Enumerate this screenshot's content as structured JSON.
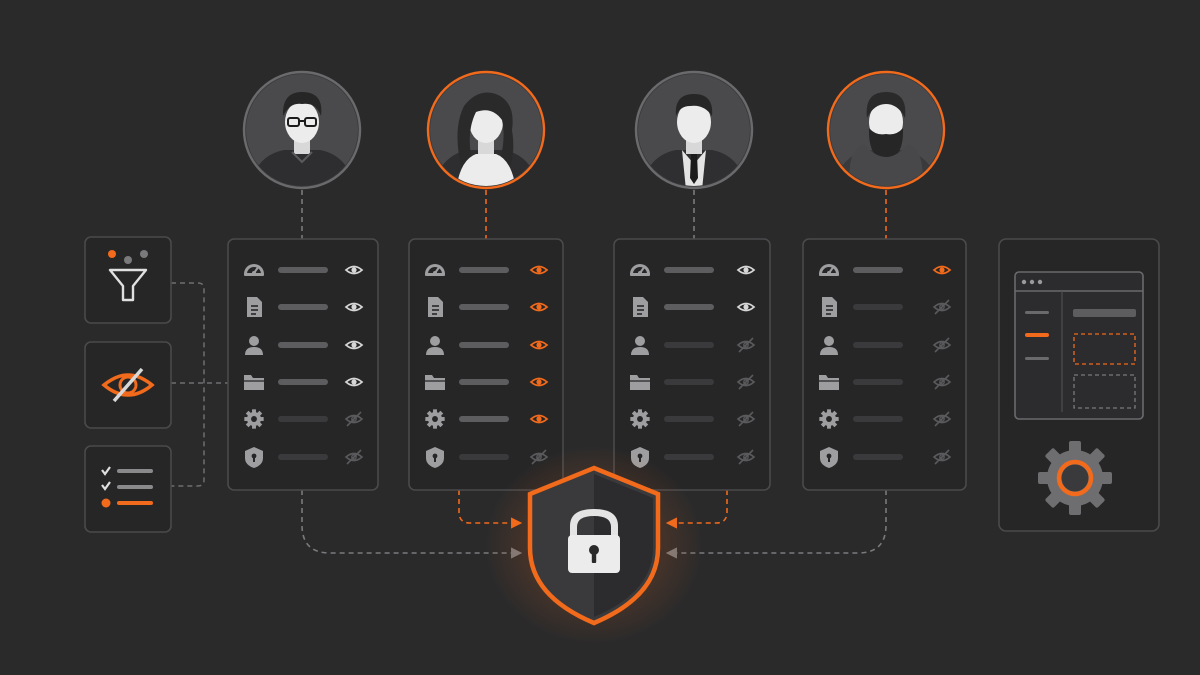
{
  "colors": {
    "background": "#2a2a2b",
    "panel": "#262627",
    "panel_border": "#4a4a4c",
    "accent": "#f26a1b",
    "muted": "#6e6e71"
  },
  "users": [
    {
      "avatar": "man-with-glasses-avatar",
      "highlighted": false,
      "rows": [
        {
          "icon": "dashboard-icon",
          "visibility": "visible"
        },
        {
          "icon": "document-icon",
          "visibility": "visible"
        },
        {
          "icon": "user-icon",
          "visibility": "visible"
        },
        {
          "icon": "folder-icon",
          "visibility": "visible"
        },
        {
          "icon": "gear-icon",
          "visibility": "hidden"
        },
        {
          "icon": "shield-icon",
          "visibility": "hidden"
        }
      ]
    },
    {
      "avatar": "woman-avatar",
      "highlighted": true,
      "rows": [
        {
          "icon": "dashboard-icon",
          "visibility": "visible-accent"
        },
        {
          "icon": "document-icon",
          "visibility": "visible-accent"
        },
        {
          "icon": "user-icon",
          "visibility": "visible-accent"
        },
        {
          "icon": "folder-icon",
          "visibility": "visible-accent"
        },
        {
          "icon": "gear-icon",
          "visibility": "visible-accent"
        },
        {
          "icon": "shield-icon",
          "visibility": "hidden"
        }
      ]
    },
    {
      "avatar": "man-in-suit-avatar",
      "highlighted": false,
      "rows": [
        {
          "icon": "dashboard-icon",
          "visibility": "visible"
        },
        {
          "icon": "document-icon",
          "visibility": "visible"
        },
        {
          "icon": "user-icon",
          "visibility": "hidden"
        },
        {
          "icon": "folder-icon",
          "visibility": "hidden"
        },
        {
          "icon": "gear-icon",
          "visibility": "hidden"
        },
        {
          "icon": "shield-icon",
          "visibility": "hidden"
        }
      ]
    },
    {
      "avatar": "bearded-man-avatar",
      "highlighted": true,
      "rows": [
        {
          "icon": "dashboard-icon",
          "visibility": "visible-accent"
        },
        {
          "icon": "document-icon",
          "visibility": "hidden"
        },
        {
          "icon": "user-icon",
          "visibility": "hidden"
        },
        {
          "icon": "folder-icon",
          "visibility": "hidden"
        },
        {
          "icon": "gear-icon",
          "visibility": "hidden"
        },
        {
          "icon": "shield-icon",
          "visibility": "hidden"
        }
      ]
    }
  ],
  "tools": [
    "filter-icon",
    "eye-slash-icon",
    "checklist-icon"
  ],
  "center": {
    "icon": "shield-lock-icon"
  },
  "config_panel": {
    "icons": [
      "window-layout-icon",
      "settings-gear-icon"
    ]
  }
}
